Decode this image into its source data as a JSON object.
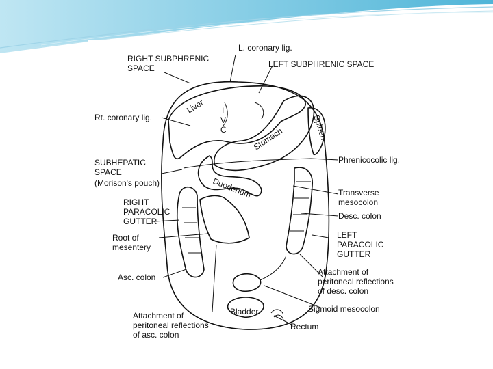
{
  "labels": {
    "l_coronary": "L. coronary lig.",
    "right_subphrenic": [
      "RIGHT SUBPHRENIC",
      "SPACE"
    ],
    "left_subphrenic": "LEFT SUBPHRENIC SPACE",
    "rt_coronary": "Rt. coronary lig.",
    "subhepatic": [
      "SUBHEPATIC",
      "SPACE",
      "(Morison's pouch)"
    ],
    "right_paracolic": [
      "RIGHT",
      "PARACOLIC",
      "GUTTER"
    ],
    "root_mesentery": [
      "Root of",
      "mesentery"
    ],
    "asc_colon": "Asc. colon",
    "attach_asc": [
      "Attachment of",
      "peritoneal reflections",
      "of asc. colon"
    ],
    "phrenicocolic": "Phrenicocolic lig.",
    "transverse_mesocolon": [
      "Transverse",
      "mesocolon"
    ],
    "desc_colon": "Desc. colon",
    "left_paracolic": [
      "LEFT",
      "PARACOLIC",
      "GUTTER"
    ],
    "attach_desc": [
      "Attachment of",
      "peritoneal reflections",
      "of desc. colon"
    ],
    "sigmoid_mesocolon": "Sigmoid mesocolon",
    "rectum": "Rectum"
  },
  "organs": {
    "liver": "Liver",
    "stomach": "Stomach",
    "spleen": "Spleen",
    "duodenum": "Duodenum",
    "bladder": "Bladder",
    "ivc": [
      "I",
      "V",
      "C"
    ]
  }
}
